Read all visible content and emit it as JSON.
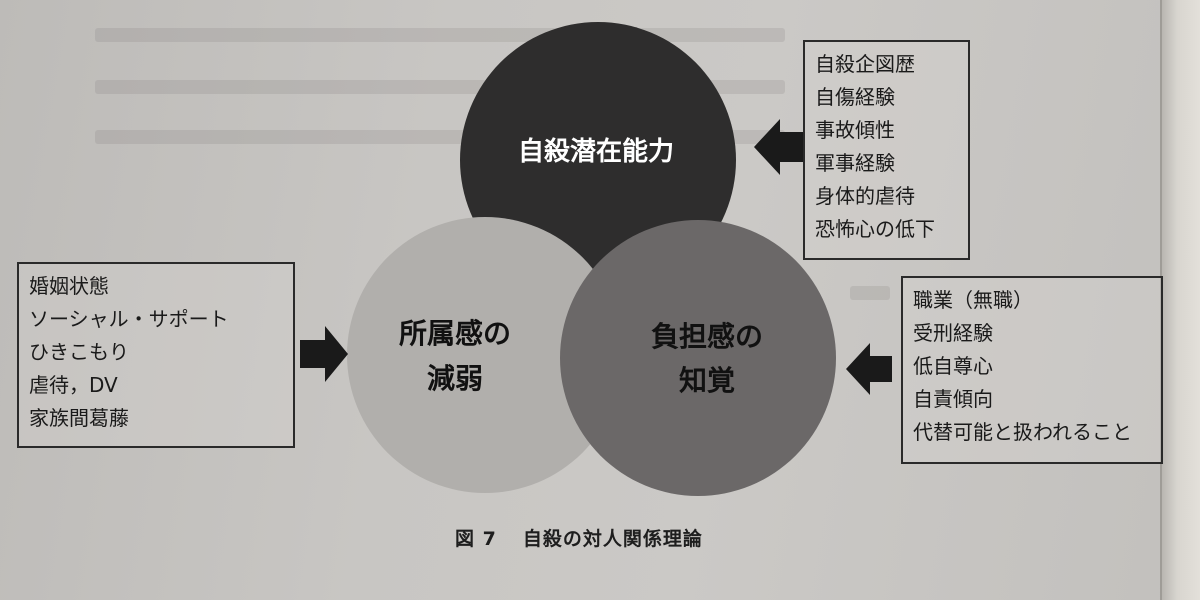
{
  "diagram": {
    "circles": {
      "capability": {
        "label": "自殺潜在能力",
        "fill": "#2e2d2d",
        "text_color": "#ffffff"
      },
      "belonging": {
        "label_line1": "所属感の",
        "label_line2": "減弱",
        "fill": "#b1afac",
        "text_color": "#111111"
      },
      "burden": {
        "label_line1": "負担感の",
        "label_line2": "知覚",
        "fill": "#6b6868",
        "text_color": "#111111"
      }
    },
    "factors": {
      "capability": [
        "自殺企図歴",
        "自傷経験",
        "事故傾性",
        "軍事経験",
        "身体的虐待",
        "恐怖心の低下"
      ],
      "belonging": [
        "婚姻状態",
        "ソーシャル・サポート",
        "ひきこもり",
        "虐待，DV",
        "家族間葛藤"
      ],
      "burden": [
        "職業（無職）",
        "受刑経験",
        "低自尊心",
        "自責傾向",
        "代替可能と扱われること"
      ]
    },
    "arrows": [
      "arrow-to-capability",
      "arrow-to-belonging",
      "arrow-to-burden"
    ]
  },
  "caption": {
    "number": "図 7",
    "title": "自殺の対人関係理論"
  }
}
